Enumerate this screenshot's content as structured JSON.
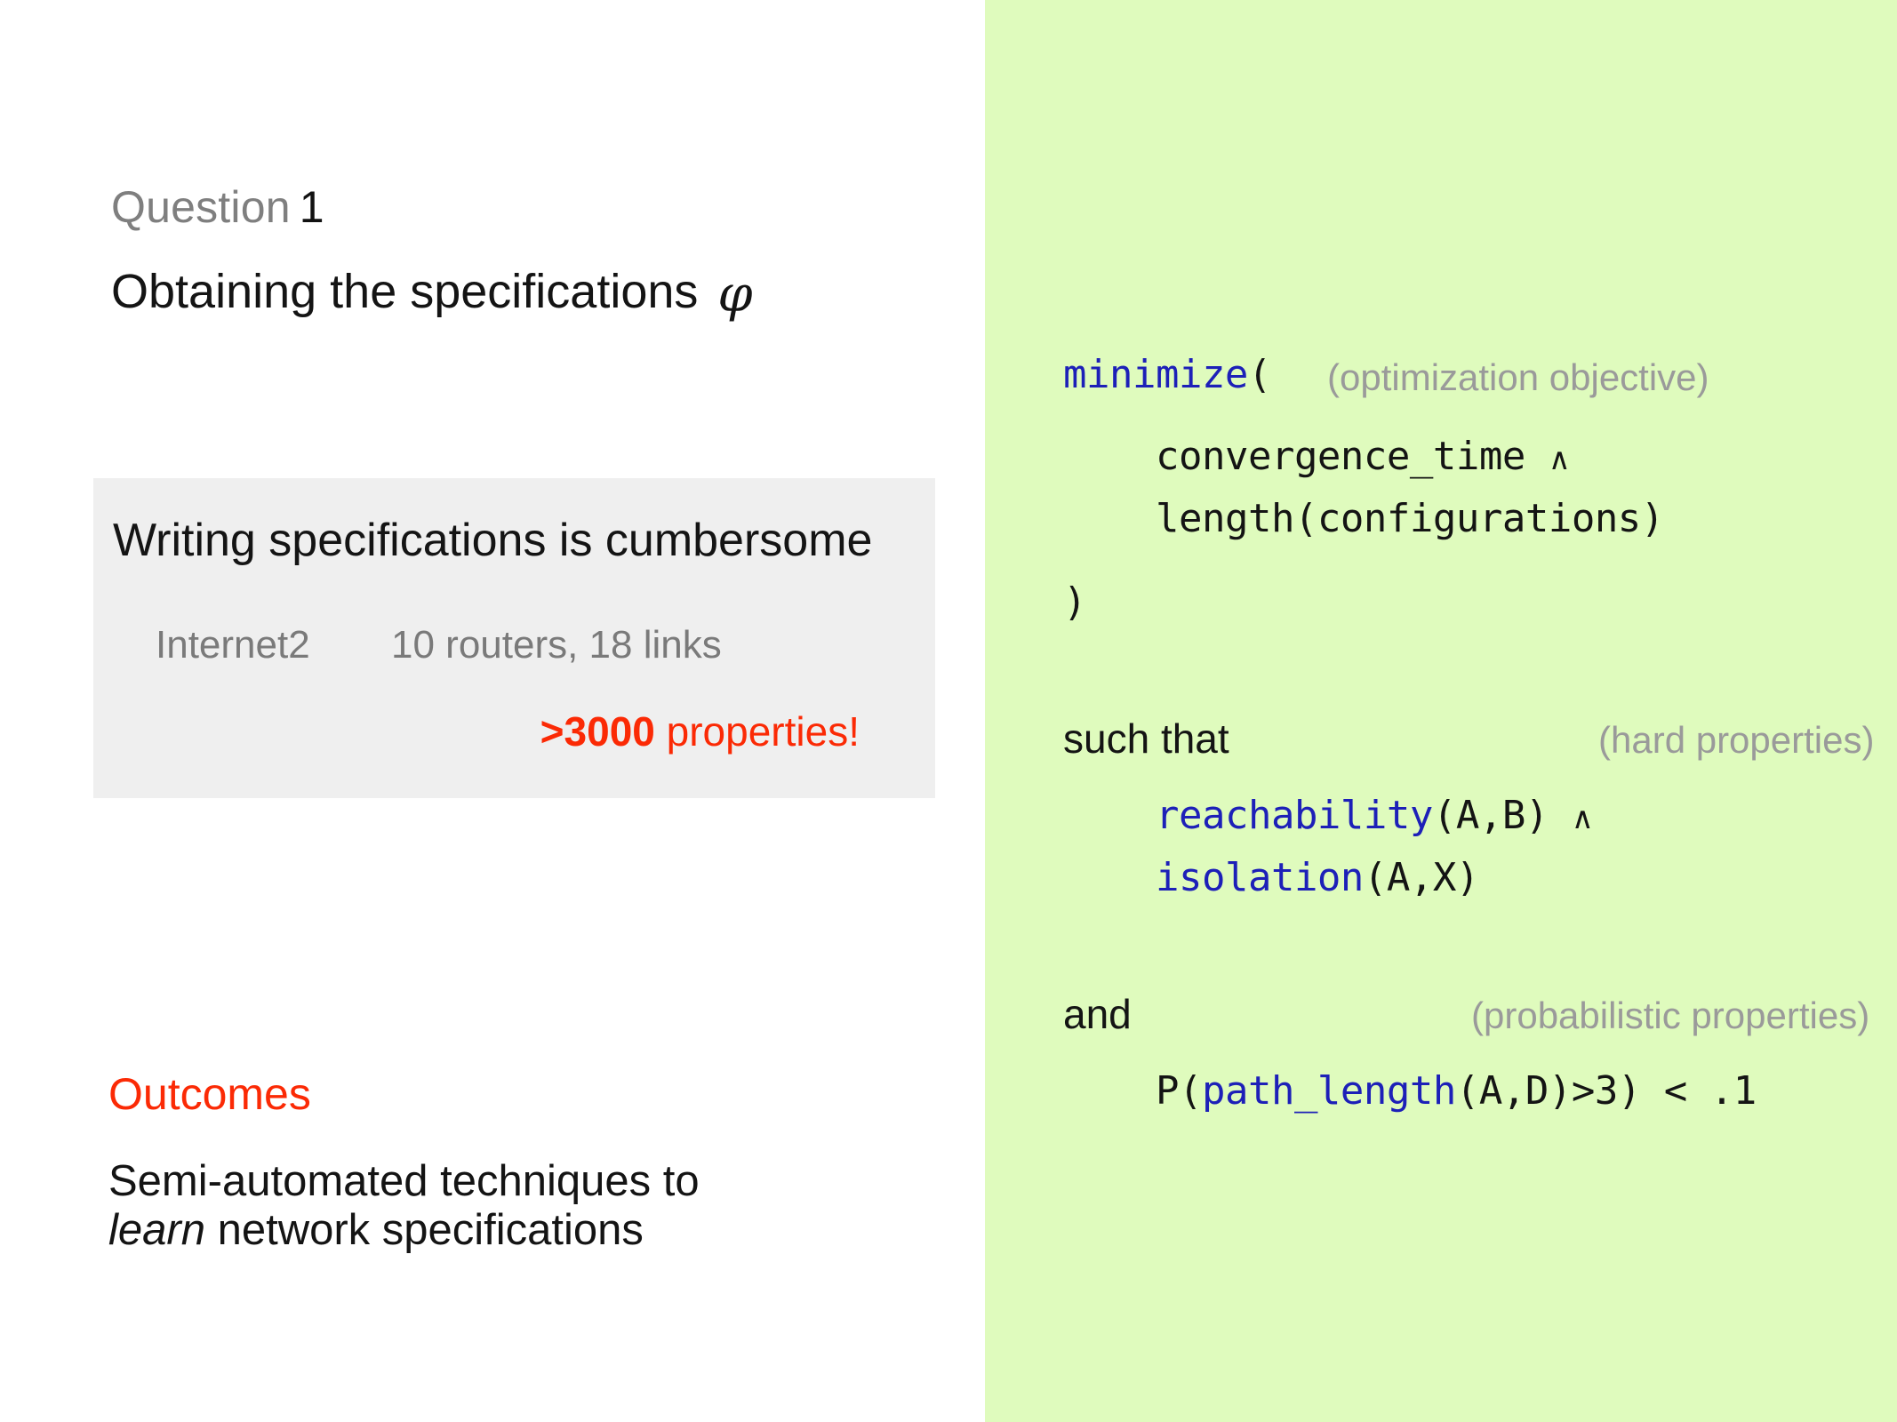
{
  "slide": {
    "left": {
      "kicker_word": "Question",
      "kicker_number": "1",
      "headline": "Obtaining the specifications",
      "headline_symbol": "φ",
      "callout": {
        "title": "Writing specifications is cumbersome",
        "network_name": "Internet2",
        "network_size": "10 routers, 18 links",
        "properties_count": ">3000",
        "properties_label": " properties!"
      },
      "outcomes": {
        "title": "Outcomes",
        "line1": "Semi-automated techniques to",
        "line2_emph": "learn",
        "line2_rest": " network specifications"
      }
    },
    "right": {
      "code": {
        "minimize_fn": "minimize",
        "minimize_paren": "(",
        "note_objective": "(optimization objective)",
        "objective_line1": "convergence_time",
        "objective_conj1": "∧",
        "objective_line2": "length(configurations)",
        "close_paren": ")",
        "such_that": "such that",
        "note_hard": "(hard properties)",
        "reach_fn": "reachability",
        "reach_args": "(A,B)",
        "reach_conj": "∧",
        "iso_fn": "isolation",
        "iso_args": "(A,X)",
        "and_keyword": "and",
        "note_prob": "(probabilistic properties)",
        "prob_prefix": "P(",
        "prob_fn": "path_length",
        "prob_suffix": "(A,D)>3) < .1"
      }
    }
  },
  "colors": {
    "panel_green": "#DFFBBD",
    "callout_gray": "#EFEFEF",
    "accent_red": "#FB2A05",
    "code_blue": "#1D20B8",
    "muted_gray": "#9A9A9A",
    "kicker_gray": "#7F7F7F"
  }
}
